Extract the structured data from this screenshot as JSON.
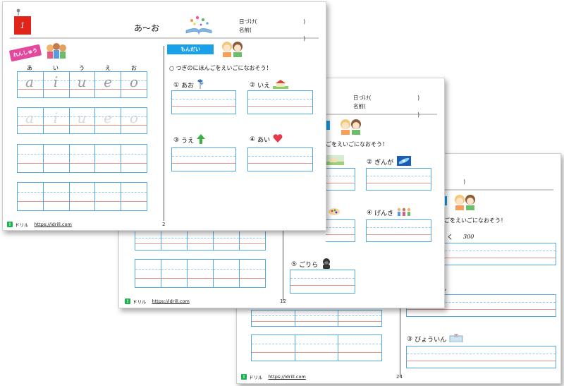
{
  "header": {
    "date_label": "日づけ(",
    "date_close": ")",
    "name_label": "名前(",
    "name_close": ")"
  },
  "footer": {
    "logo_mark": "!",
    "logo_text": "ドリル",
    "url": "https://idrill.com"
  },
  "sheet3": {
    "page_number": "24",
    "words": [
      {
        "text": "く",
        "extra": "300"
      },
      {
        "text": "ん"
      },
      {
        "num": "③",
        "text": "びょういん"
      }
    ]
  },
  "sheet2": {
    "page_number": "12",
    "instruction": "ごをえいごになおそう！",
    "words": [
      {
        "num": "②",
        "text": "ぎんが"
      },
      {
        "num": "④",
        "text": "げんき"
      },
      {
        "num": "⑤",
        "text": "ごりら"
      }
    ]
  },
  "sheet1": {
    "lesson_number": "1",
    "title": "あ〜お",
    "page_number": "2",
    "practice_label": "れんしゅう",
    "kana": [
      "あ",
      "い",
      "う",
      "え",
      "お"
    ],
    "romaji": [
      "a",
      "i",
      "u",
      "e",
      "o"
    ],
    "mondai_label": "もんだい",
    "instruction": "○ つぎのにほんごをえいごになおそう！",
    "words": [
      {
        "num": "①",
        "text": "あお"
      },
      {
        "num": "②",
        "text": "いえ"
      },
      {
        "num": "③",
        "text": "うえ"
      },
      {
        "num": "④",
        "text": "あい"
      }
    ]
  },
  "colors": {
    "accent_blue": "#1aa0e8",
    "grid_blue": "#52a8e0",
    "guide_red": "#e8938a",
    "lesson_red": "#e2231a",
    "practice_pink": "#e4489c",
    "logo_green": "#1fb050"
  }
}
